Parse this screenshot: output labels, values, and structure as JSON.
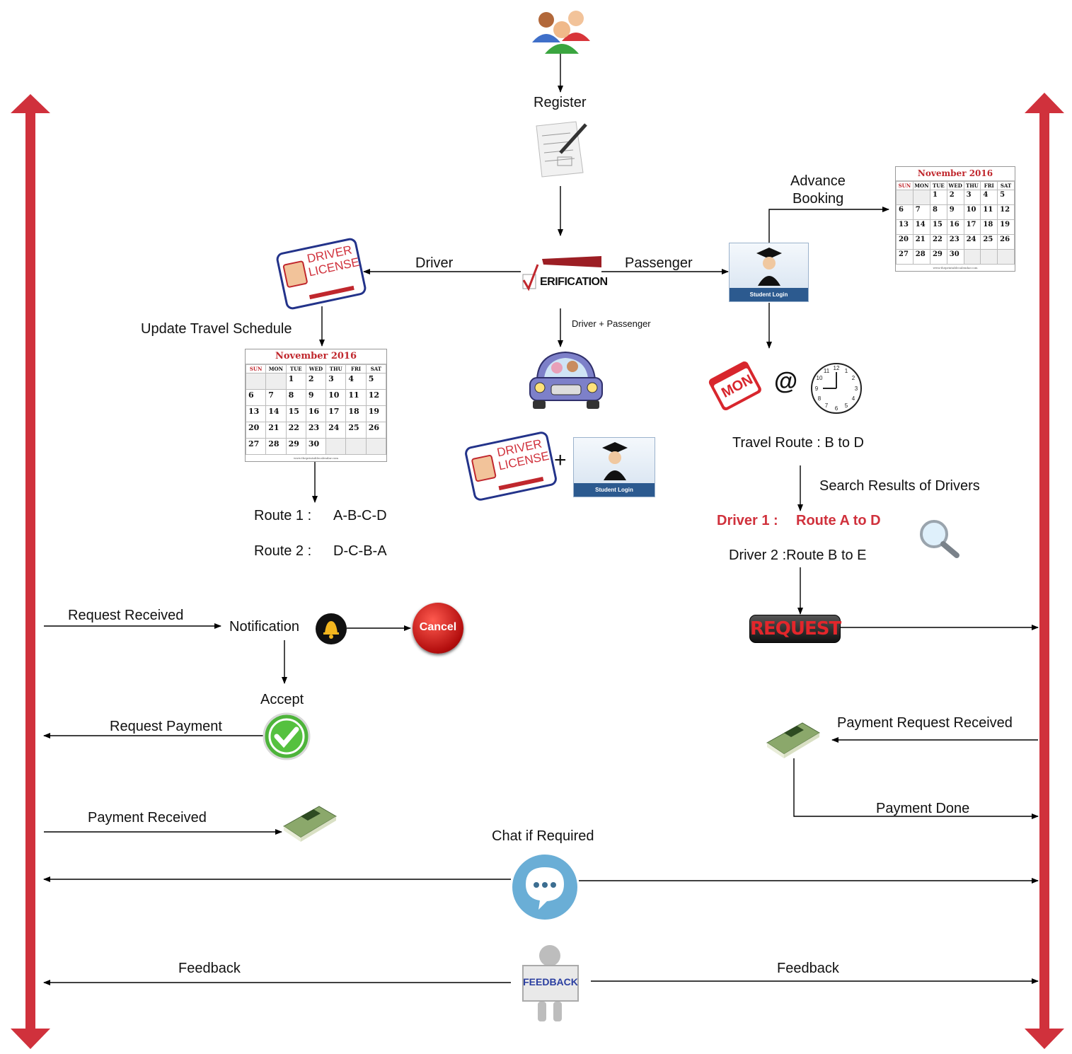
{
  "labels": {
    "register": "Register",
    "advance_booking_1": "Advance",
    "advance_booking_2": "Booking",
    "driver": "Driver",
    "passenger": "Passenger",
    "verification": "ERIFICATION",
    "driver_plus_passenger": "Driver + Passenger",
    "update_travel_schedule": "Update Travel Schedule",
    "route1_name": "Route 1  :",
    "route1_path": "A-B-C-D",
    "route2_name": "Route 2  :",
    "route2_path": "D-C-B-A",
    "mon": "MON",
    "at": "@",
    "travel_route": "Travel Route : B to D",
    "search_results": "Search Results of Drivers",
    "driver1_name": "Driver 1 :",
    "driver1_route": "Route A to D",
    "driver2": "Driver 2 :Route B to E",
    "request_received": "Request Received",
    "notification": "Notification",
    "cancel": "Cancel",
    "request": "REQUEST",
    "accept": "Accept",
    "request_payment": "Request Payment",
    "payment_request_received": "Payment Request Received",
    "payment_done": "Payment Done",
    "payment_received": "Payment Received",
    "chat_if_required": "Chat if Required",
    "feedback_left": "Feedback",
    "feedback_right": "Feedback",
    "feedback_sign": "FEEDBACK",
    "driver_license_1": "DRIVER",
    "driver_license_2": "LICENSE",
    "student_login": "Student Login",
    "plus": "+"
  },
  "calendar": {
    "title": "November 2016",
    "days": [
      "SUN",
      "MON",
      "TUE",
      "WED",
      "THU",
      "FRI",
      "SAT"
    ],
    "weeks": [
      [
        "",
        "",
        "1",
        "2",
        "3",
        "4",
        "5"
      ],
      [
        "6",
        "7",
        "8",
        "9",
        "10",
        "11",
        "12"
      ],
      [
        "13",
        "14",
        "15",
        "16",
        "17",
        "18",
        "19"
      ],
      [
        "20",
        "21",
        "22",
        "23",
        "24",
        "25",
        "26"
      ],
      [
        "27",
        "28",
        "29",
        "30",
        "",
        "",
        ""
      ]
    ],
    "url": "www.theprintablecalendar.com"
  },
  "colors": {
    "lifeline": "#d0313c",
    "card_border": "#23338a",
    "highlight_text": "#d0313c"
  }
}
